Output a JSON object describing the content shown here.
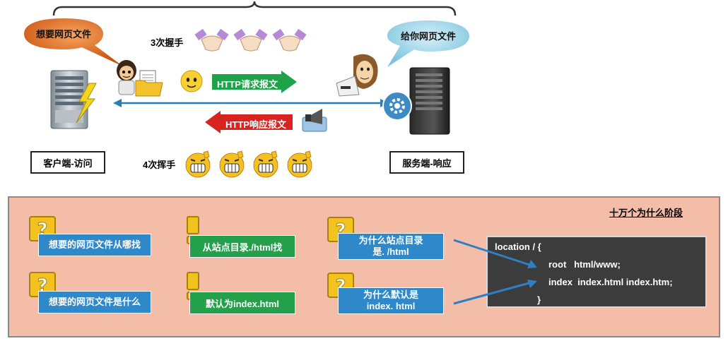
{
  "top": {
    "bubble_left": "想要网页文件",
    "bubble_right": "给你网页文件",
    "handshake_label": "3次握手",
    "wave_label": "4次挥手",
    "http_request": "HTTP请求报文",
    "http_response": "HTTP响应报文",
    "client_label": "客户端-访问",
    "server_label": "服务端-响应"
  },
  "panel": {
    "title": "十万个为什么阶段",
    "q1": "想要的网页文件从哪找",
    "q2": "想要的网页文件是什么",
    "a1": "从站点目录./html找",
    "a2": "默认为index.html",
    "w1_line1": "为什么站点目录",
    "w1_line2": "是. /html",
    "w2_line1": "为什么默认是",
    "w2_line2": "index. html"
  },
  "code": {
    "line1": "location / {",
    "line2": "root   html/www;",
    "line3": "index  index.html index.htm;",
    "line4": "}"
  },
  "colors": {
    "panel_bg": "#f4bda7",
    "blue_box": "#2e88c9",
    "green_box": "#24a04a",
    "request_arrow": "#1fa34a",
    "response_arrow": "#d8231f",
    "code_bg": "#3c3c3c",
    "bubble": "#e06a1c",
    "bubble_right": "#8fd0e6"
  }
}
